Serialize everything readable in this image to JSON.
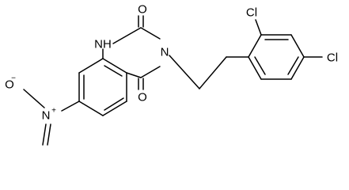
{
  "molecule": {
    "atoms": {
      "o_top": "O",
      "nh": "NH",
      "n3": "N",
      "o_bottom": "O",
      "nitro_n": "N",
      "nitro_plus": "+",
      "nitro_o": "O",
      "nitro_minus": "−",
      "cl_top": "Cl",
      "cl_right": "Cl"
    }
  }
}
